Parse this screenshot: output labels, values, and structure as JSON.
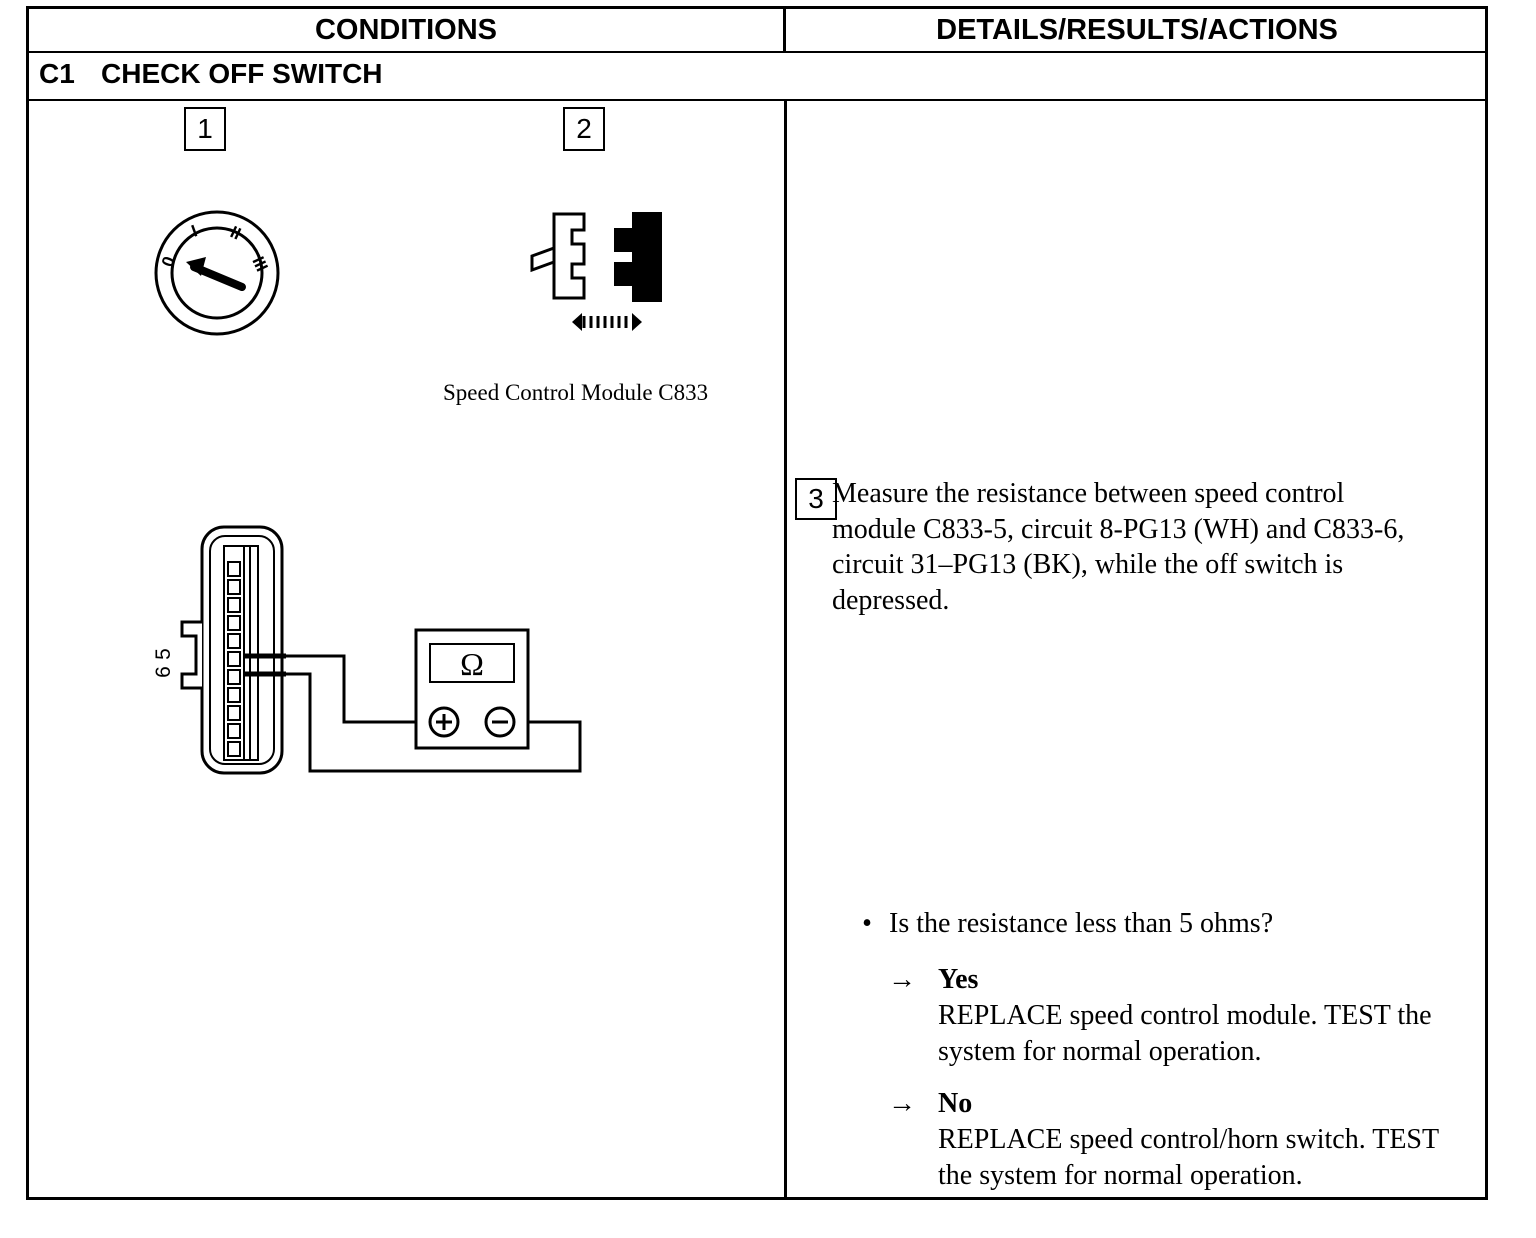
{
  "header": {
    "left": "CONDITIONS",
    "right": "DETAILS/RESULTS/ACTIONS"
  },
  "test": {
    "code": "C1",
    "title": "CHECK OFF SWITCH"
  },
  "steps": {
    "one": "1",
    "two": "2",
    "three": "3"
  },
  "ignition": {
    "positions": [
      "0",
      "I",
      "II",
      "III"
    ]
  },
  "connector_caption": "Speed Control Module C833",
  "pins": {
    "five": "5",
    "six": "6"
  },
  "meter": {
    "symbol": "Ω",
    "plus": "+",
    "minus": "−"
  },
  "instruction": "Measure the resistance between speed control module C833-5, circuit 8-PG13 (WH) and C833-6, circuit 31–PG13 (BK), while the off switch is depressed.",
  "question": "Is the resistance less than 5 ohms?",
  "answers": [
    {
      "arrow": "→",
      "label": "Yes",
      "action": "REPLACE speed control module. TEST the system for normal operation."
    },
    {
      "arrow": "→",
      "label": "No",
      "action": "REPLACE speed control/horn switch. TEST the system for normal operation."
    }
  ],
  "bullet": "•"
}
